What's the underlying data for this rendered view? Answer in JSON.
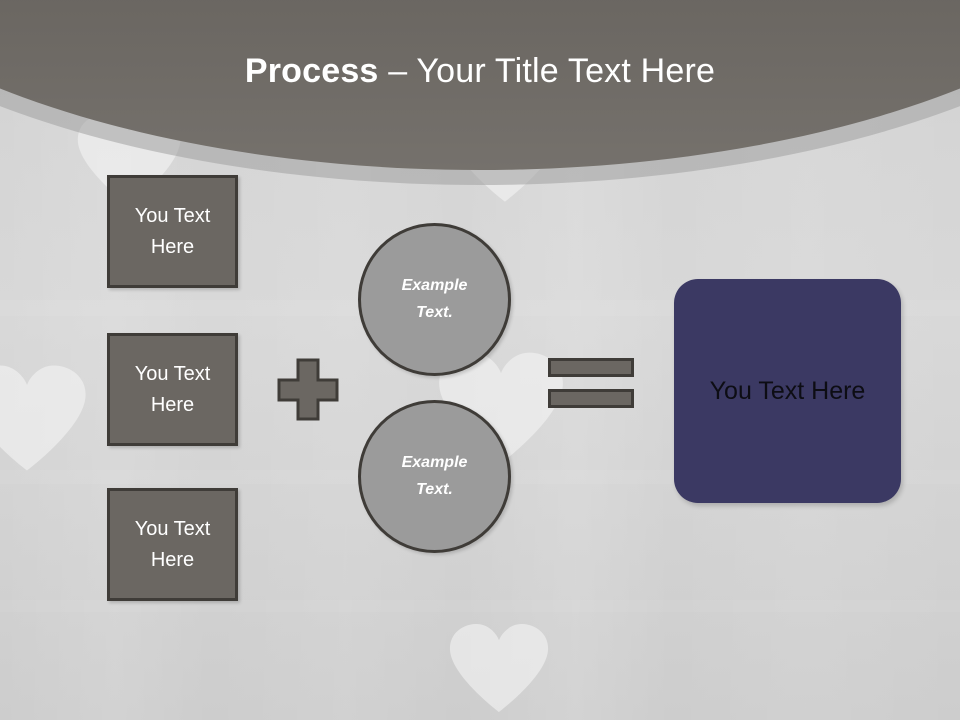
{
  "slide": {
    "title_bold": "Process",
    "title_separator": " – ",
    "title_rest": "Your Title Text Here",
    "colors": {
      "header_dark": "#4b4845",
      "header_light": "#75716c",
      "background": "#d5d5d5",
      "box_fill": "#6b6762",
      "box_border": "#3f3c38",
      "circle_fill": "#9b9b9b",
      "result_fill": "#3b3963",
      "result_text": "#0d0d14",
      "box_text": "#ffffff"
    }
  },
  "input_boxes": [
    {
      "label": "You Text\nHere"
    },
    {
      "label": "You Text\nHere"
    },
    {
      "label": "You Text\nHere"
    }
  ],
  "operators": {
    "plus": "plus-sign",
    "equals": "equals-sign"
  },
  "circles": [
    {
      "label": "Example\nText."
    },
    {
      "label": "Example\nText."
    }
  ],
  "result": {
    "label": "You Text  Here"
  },
  "decor": {
    "hearts": "heart-watermark"
  }
}
